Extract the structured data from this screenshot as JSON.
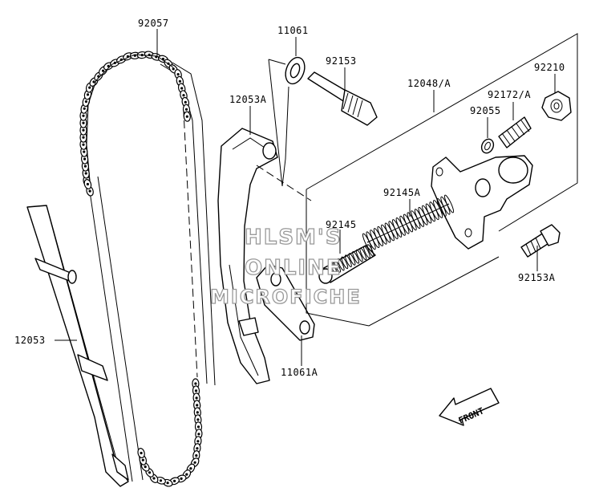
{
  "parts": {
    "chain": "92057",
    "guide_left": "12053",
    "guide_tensioner": "12053A",
    "washer_top": "11061",
    "bolt_top": "92153",
    "tensioner_assy": "12048/A",
    "nut": "92210",
    "spring_small": "92172/A",
    "oring": "92055",
    "spring_main": "92145A",
    "spring_inner": "92145",
    "bolt_side": "92153A",
    "gasket": "11061A"
  },
  "watermark": {
    "line1": "HLSM'S",
    "line2": "ONLINE",
    "line3": "MICROFICHE"
  },
  "front_label": "FRONT"
}
